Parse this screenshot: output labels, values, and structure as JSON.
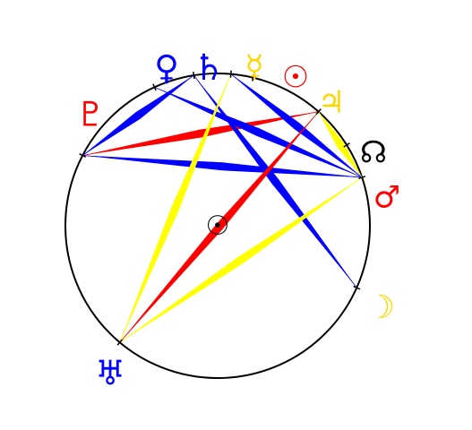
{
  "center_glyph": "☉",
  "colors": {
    "circle": "#000000",
    "red": "#ff0000",
    "blue": "#0000ff",
    "yellow": "#ffff00",
    "gold": "#ffd700",
    "black": "#000000"
  },
  "planets": [
    {
      "key": "venus",
      "glyph": "♀",
      "color": "#0000ff",
      "icon": "venus-icon"
    },
    {
      "key": "saturn",
      "glyph": "♄",
      "color": "#0000ff",
      "icon": "saturn-icon"
    },
    {
      "key": "mercury",
      "glyph": "☿",
      "color": "#ffd700",
      "icon": "mercury-icon"
    },
    {
      "key": "sun",
      "glyph": "☉",
      "color": "#ff0000",
      "icon": "sun-icon"
    },
    {
      "key": "jupiter",
      "glyph": "♃",
      "color": "#ffd700",
      "icon": "jupiter-icon"
    },
    {
      "key": "node",
      "glyph": "☊",
      "color": "#000000",
      "icon": "north-node-icon"
    },
    {
      "key": "mars",
      "glyph": "♂",
      "color": "#ff0000",
      "icon": "mars-icon"
    },
    {
      "key": "moon",
      "glyph": "☽",
      "color": "#ffd700",
      "icon": "moon-icon"
    },
    {
      "key": "uranus",
      "glyph": "♅",
      "color": "#0000ff",
      "icon": "uranus-icon"
    },
    {
      "key": "pluto",
      "glyph": "♇",
      "color": "#ff0000",
      "icon": "pluto-icon"
    }
  ],
  "aspects": [
    {
      "from": "pluto",
      "to": "saturn",
      "color": "blue"
    },
    {
      "from": "pluto",
      "to": "jupiter",
      "color": "red"
    },
    {
      "from": "pluto",
      "to": "mars",
      "color": "blue"
    },
    {
      "from": "saturn",
      "to": "moon",
      "color": "blue"
    },
    {
      "from": "mercury",
      "to": "mars",
      "color": "blue"
    },
    {
      "from": "venus",
      "to": "mars",
      "color": "blue"
    },
    {
      "from": "uranus",
      "to": "jupiter",
      "color": "red"
    },
    {
      "from": "uranus",
      "to": "mercury",
      "color": "yellow"
    },
    {
      "from": "uranus",
      "to": "mars",
      "color": "yellow"
    },
    {
      "from": "jupiter",
      "to": "mars",
      "color": "yellow"
    }
  ]
}
